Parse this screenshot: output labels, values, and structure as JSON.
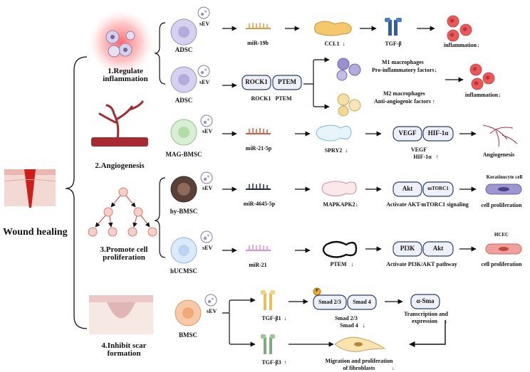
{
  "main": {
    "title": "Wound healing",
    "section_titles": [
      "1.Regulate inflammation",
      "2.Angiogenesis",
      "3.Promote cell proliferation",
      "4.Inhibit scar formation"
    ]
  },
  "rows": {
    "r1": {
      "cell": "ADSC",
      "sev": "sEV",
      "mirna": "miR-19b",
      "target": "CCL1",
      "receptor": "TGF-β",
      "outcome": "inflammation"
    },
    "r2": {
      "cell": "ADSC",
      "sev": "sEV",
      "kinase1": "ROCK1",
      "kinase2": "PTEM",
      "kinase_caption": "ROCK1   PTEM",
      "m1_title": "M1 macrophages",
      "m1_factors": "Pro-inflammatory factors",
      "m2_title": "M2 macrophages",
      "m2_factors": "Anti-angiogenic factors",
      "outcome": "inflammation"
    },
    "r3": {
      "cell": "MAG-BMSC",
      "sev": "sEV",
      "mirna": "miR-21-5p",
      "target": "SPRY2",
      "factor1": "VEGF",
      "factor2": "HIF-1α",
      "factor_caption1": "VEGF",
      "factor_caption2": "HIF-1α",
      "outcome": "Angiogenesis"
    },
    "r4": {
      "cell": "hy-BMSC",
      "sev": "sEV",
      "mirna": "miR-4645-5p",
      "target": "MAPKAPK2",
      "kinase1": "Akt",
      "kinase2": "mTORC1",
      "pathway": "Activate AKT-mTORC1 signaling",
      "cell_type": "Keratinocyte cell",
      "outcome": "cell proliferation"
    },
    "r5": {
      "cell": "hUCMSC",
      "sev": "sEV",
      "mirna": "miR-21",
      "target": "PTEM",
      "kinase1": "PI3K",
      "kinase2": "Akt",
      "pathway": "Activate PI3K/AKT pathway",
      "cell_type": "HCEC",
      "outcome": "cell proliferation"
    },
    "r6": {
      "cell": "BMSC",
      "sev": "sEV",
      "receptor1": "TGF-β1",
      "receptor2": "TGF-β3",
      "smad_p": "P",
      "smad1": "Smad 2/3",
      "smad2": "Smad 4",
      "smad_caption1": "Smad 2/3",
      "smad_caption2": "Smad 4",
      "marker": "α-Sma",
      "marker_caption1": "Transcription and",
      "marker_caption2": "expression",
      "outcome1": "Migration and proliferation",
      "outcome2": "of fibroblasts"
    }
  },
  "arrows": {
    "down": "↓",
    "up": "↑"
  }
}
